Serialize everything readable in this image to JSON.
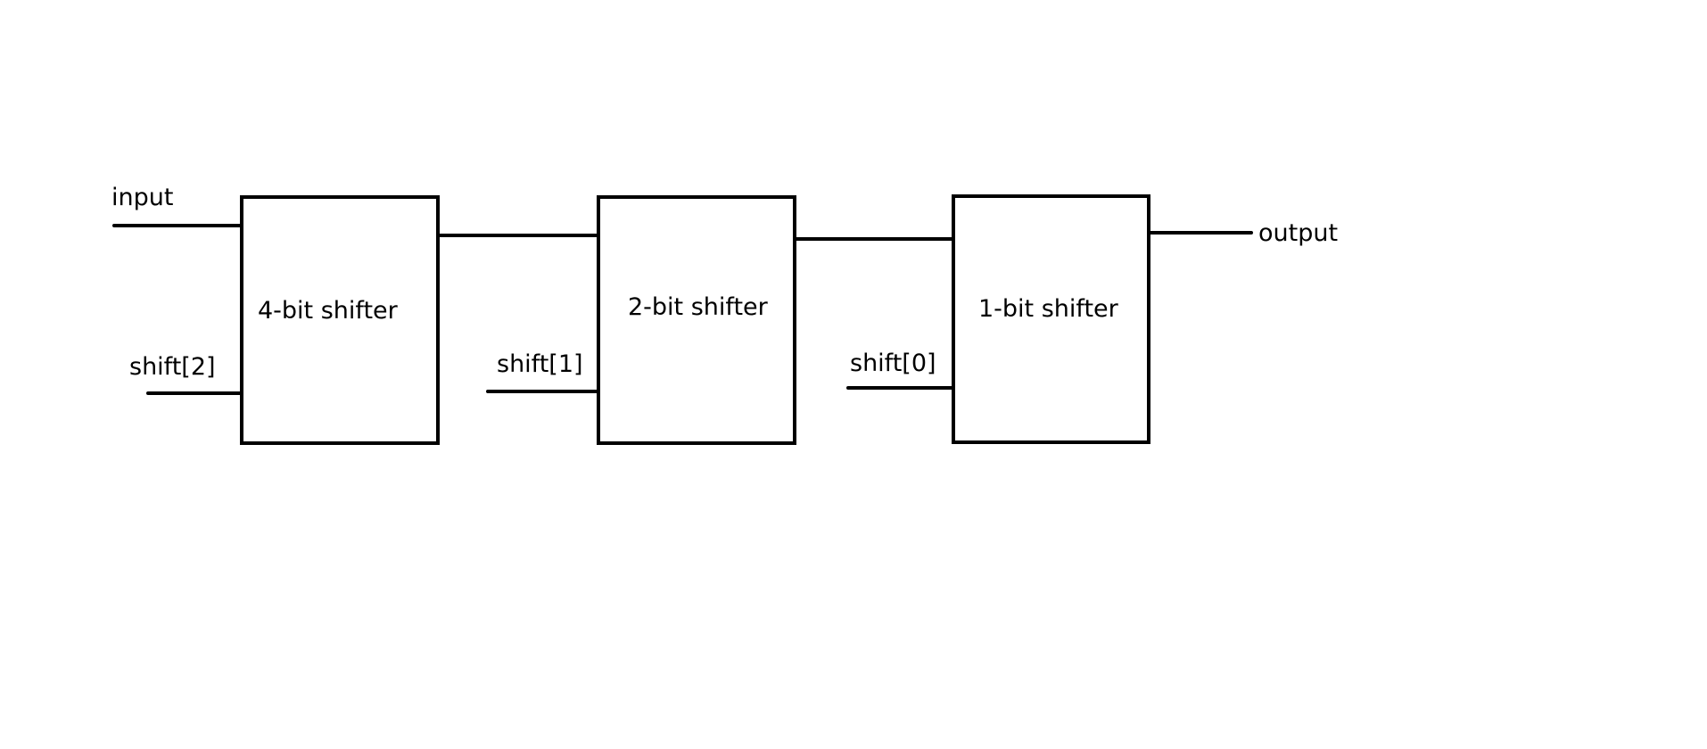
{
  "diagram": {
    "blocks": [
      {
        "id": "block-4bit",
        "label": "4-bit shifter"
      },
      {
        "id": "block-2bit",
        "label": "2-bit shifter"
      },
      {
        "id": "block-1bit",
        "label": "1-bit shifter"
      }
    ],
    "signals": {
      "input": "input",
      "output": "output",
      "shift2": "shift[2]",
      "shift1": "shift[1]",
      "shift0": "shift[0]"
    },
    "colors": {
      "stroke": "#000000",
      "background": "#ffffff"
    }
  }
}
